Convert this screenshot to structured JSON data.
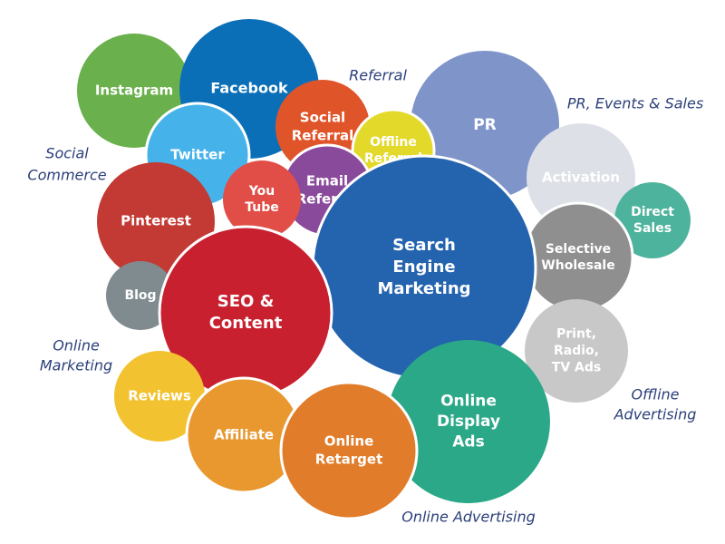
{
  "bubbles": [
    {
      "key": "instagram",
      "lines": [
        "Instagram"
      ],
      "color": "#6ab04c"
    },
    {
      "key": "facebook",
      "lines": [
        "Facebook"
      ],
      "color": "#0a6fb7"
    },
    {
      "key": "social-referral",
      "lines": [
        "Social",
        "Referral"
      ],
      "color": "#e0542a"
    },
    {
      "key": "pr",
      "lines": [
        "PR"
      ],
      "color": "#7f95c9"
    },
    {
      "key": "twitter",
      "lines": [
        "Twitter"
      ],
      "color": "#45b3ea"
    },
    {
      "key": "offline-referral",
      "lines": [
        "Offline",
        "Referral"
      ],
      "color": "#e3d92a"
    },
    {
      "key": "email-referral",
      "lines": [
        "Email",
        "Referral"
      ],
      "color": "#8a4a9c"
    },
    {
      "key": "youtube",
      "lines": [
        "You",
        "Tube"
      ],
      "color": "#e04e47"
    },
    {
      "key": "pinterest",
      "lines": [
        "Pinterest"
      ],
      "color": "#c23a33"
    },
    {
      "key": "activation",
      "lines": [
        "Activation"
      ],
      "color": "#dde0e6"
    },
    {
      "key": "direct-sales",
      "lines": [
        "Direct",
        "Sales"
      ],
      "color": "#4db39c"
    },
    {
      "key": "selective-wholesale",
      "lines": [
        "Selective",
        "Wholesale"
      ],
      "color": "#8f8f8f"
    },
    {
      "key": "search-engine-marketing",
      "lines": [
        "Search",
        "Engine",
        "Marketing"
      ],
      "color": "#2463ae"
    },
    {
      "key": "blog",
      "lines": [
        "Blog"
      ],
      "color": "#7f8b8f"
    },
    {
      "key": "seo-content",
      "lines": [
        "SEO &",
        "Content"
      ],
      "color": "#c8202f"
    },
    {
      "key": "print-radio-tv",
      "lines": [
        "Print,",
        "Radio,",
        "TV Ads"
      ],
      "color": "#c8c8c8"
    },
    {
      "key": "online-display-ads",
      "lines": [
        "Online",
        "Display",
        "Ads"
      ],
      "color": "#2aa887"
    },
    {
      "key": "reviews",
      "lines": [
        "Reviews"
      ],
      "color": "#f2c230"
    },
    {
      "key": "affiliate",
      "lines": [
        "Affiliate"
      ],
      "color": "#e8982f"
    },
    {
      "key": "online-retarget",
      "lines": [
        "Online",
        "Retarget"
      ],
      "color": "#e07c2a"
    }
  ],
  "group_labels": [
    {
      "key": "referral",
      "lines": [
        "Referral"
      ]
    },
    {
      "key": "pr-events-sales",
      "lines": [
        "PR, Events & Sales"
      ]
    },
    {
      "key": "social-commerce",
      "lines": [
        "Social",
        "Commerce"
      ]
    },
    {
      "key": "online-marketing",
      "lines": [
        "Online",
        "Marketing"
      ]
    },
    {
      "key": "offline-advertising",
      "lines": [
        "Offline",
        "Advertising"
      ]
    },
    {
      "key": "online-advertising",
      "lines": [
        "Online Advertising"
      ]
    }
  ]
}
